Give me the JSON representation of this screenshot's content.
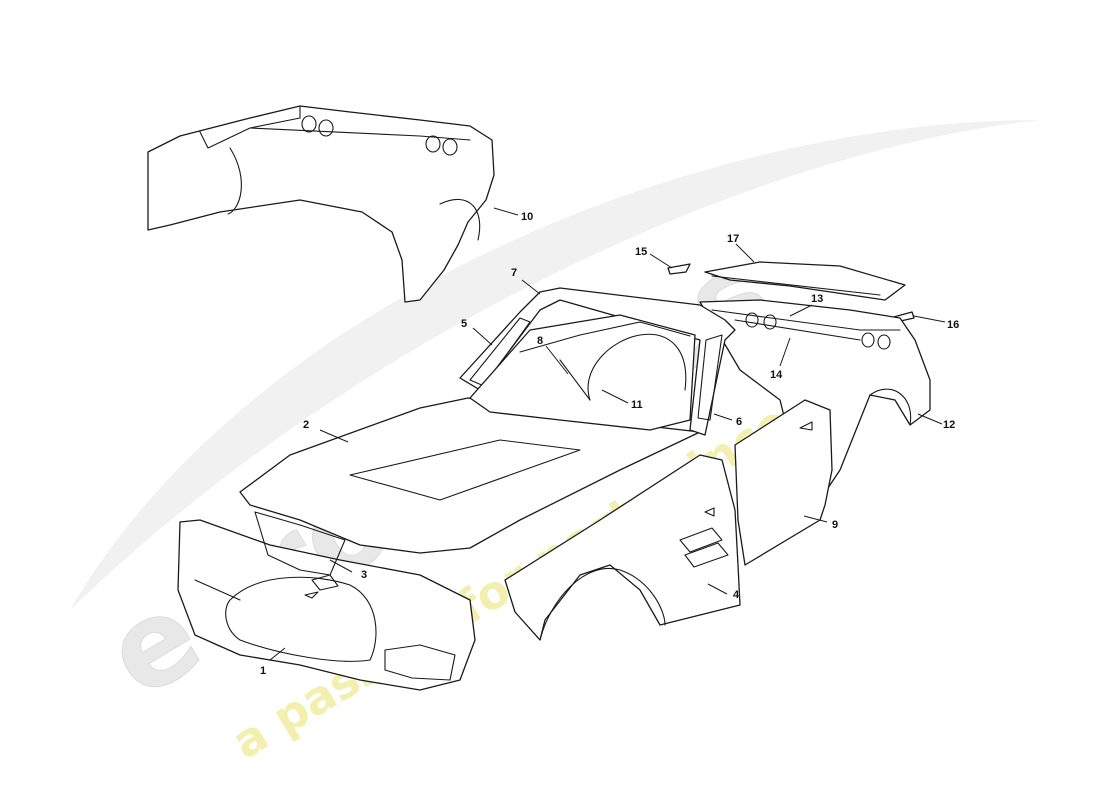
{
  "watermark": {
    "brand": "eurospares",
    "tagline": "a passion for parts since 1985",
    "brand_color": "#e6e6e6",
    "tagline_color": "#f4f1b0"
  },
  "callouts": {
    "c1": "1",
    "c2": "2",
    "c3": "3",
    "c4": "4",
    "c5": "5",
    "c6": "6",
    "c7": "7",
    "c8": "8",
    "c9": "9",
    "c10": "10",
    "c11": "11",
    "c12": "12",
    "c13": "13",
    "c14": "14",
    "c15": "15",
    "c16": "16",
    "c17": "17"
  }
}
